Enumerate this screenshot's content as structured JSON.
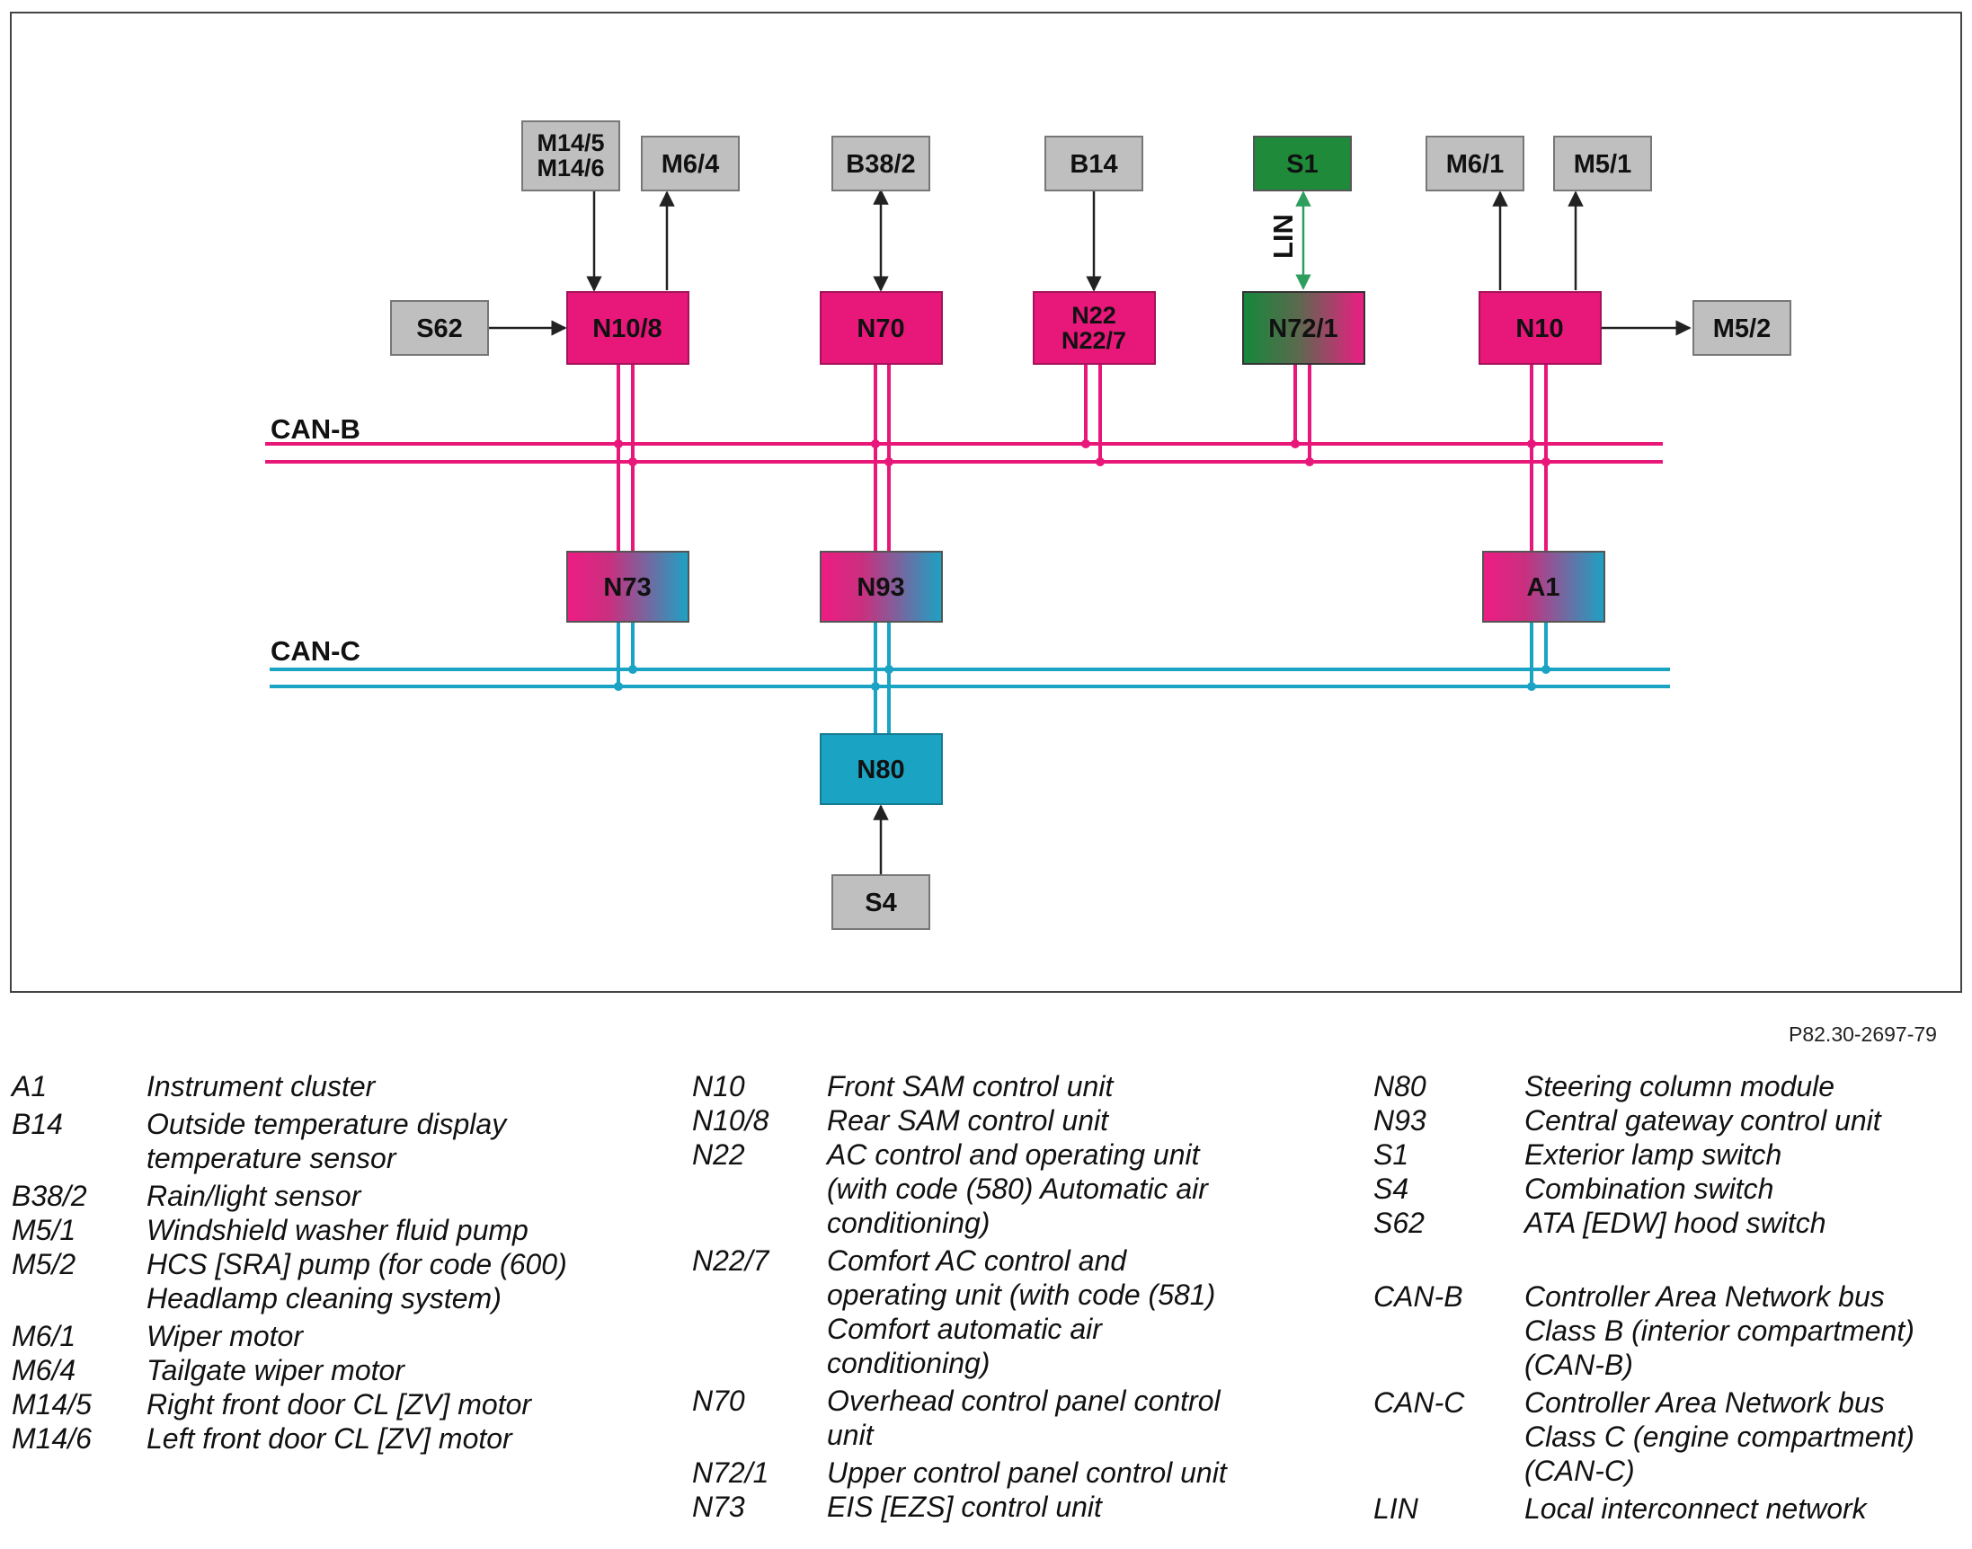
{
  "colors": {
    "canb": "#e8177a",
    "canc": "#1ba3c4",
    "lin": "#2e9e5e",
    "gray_box": "#bfbfbf",
    "magenta_box": "#e8177a",
    "cyan_box": "#1ba3c4",
    "green_box": "#1f8a3a"
  },
  "diagram": {
    "bus_labels": {
      "canb": "CAN-B",
      "canc": "CAN-C",
      "lin": "LIN"
    },
    "boxes": {
      "m14": {
        "line1": "M14/5",
        "line2": "M14/6"
      },
      "m64": "M6/4",
      "b382": "B38/2",
      "b14": "B14",
      "s1": "S1",
      "m61": "M6/1",
      "m51": "M5/1",
      "s62": "S62",
      "n108": "N10/8",
      "n70": "N70",
      "n22": {
        "line1": "N22",
        "line2": "N22/7"
      },
      "n721": "N72/1",
      "n10": "N10",
      "m52": "M5/2",
      "n73": "N73",
      "n93": "N93",
      "a1": "A1",
      "n80": "N80",
      "s4": "S4"
    }
  },
  "reference": "P82.30-2697-79",
  "legend": {
    "col1": [
      {
        "code": "A1",
        "lines": [
          "Instrument cluster"
        ]
      },
      {
        "code": "B14",
        "lines": [
          "Outside temperature display",
          "temperature sensor"
        ]
      },
      {
        "code": "B38/2",
        "lines": [
          "Rain/light sensor"
        ]
      },
      {
        "code": "M5/1",
        "lines": [
          "Windshield washer fluid pump"
        ]
      },
      {
        "code": "M5/2",
        "lines": [
          "HCS [SRA] pump (for code (600)",
          "Headlamp cleaning system)"
        ]
      },
      {
        "code": "M6/1",
        "lines": [
          "Wiper motor"
        ]
      },
      {
        "code": "M6/4",
        "lines": [
          "Tailgate wiper motor"
        ]
      },
      {
        "code": "M14/5",
        "lines": [
          "Right front door CL [ZV] motor"
        ]
      },
      {
        "code": "M14/6",
        "lines": [
          "Left front door CL [ZV] motor"
        ]
      }
    ],
    "col2": [
      {
        "code": "N10",
        "lines": [
          "Front SAM control unit"
        ]
      },
      {
        "code": "N10/8",
        "lines": [
          "Rear SAM control unit"
        ]
      },
      {
        "code": "N22",
        "lines": [
          "AC control and operating unit",
          "(with code (580) Automatic air",
          "conditioning)"
        ]
      },
      {
        "code": "N22/7",
        "lines": [
          "Comfort AC control and",
          "operating unit (with code (581)",
          "Comfort automatic air",
          "conditioning)"
        ]
      },
      {
        "code": "N70",
        "lines": [
          "Overhead control panel control",
          "unit"
        ]
      },
      {
        "code": "N72/1",
        "lines": [
          "Upper control panel control unit"
        ]
      },
      {
        "code": "N73",
        "lines": [
          "EIS [EZS] control unit"
        ]
      }
    ],
    "col3": [
      {
        "code": "N80",
        "lines": [
          "Steering column module"
        ]
      },
      {
        "code": "N93",
        "lines": [
          "Central gateway control unit"
        ]
      },
      {
        "code": "S1",
        "lines": [
          "Exterior lamp switch"
        ]
      },
      {
        "code": "S4",
        "lines": [
          "Combination switch"
        ]
      },
      {
        "code": "S62",
        "lines": [
          "ATA [EDW] hood switch"
        ]
      },
      {
        "code": "CAN-B",
        "lines": [
          "Controller Area Network bus",
          "Class B (interior compartment)",
          "(CAN-B)"
        ]
      },
      {
        "code": "CAN-C",
        "lines": [
          "Controller Area Network bus",
          "Class C (engine compartment)",
          "(CAN-C)"
        ]
      },
      {
        "code": "LIN",
        "lines": [
          "Local interconnect network"
        ]
      }
    ]
  }
}
